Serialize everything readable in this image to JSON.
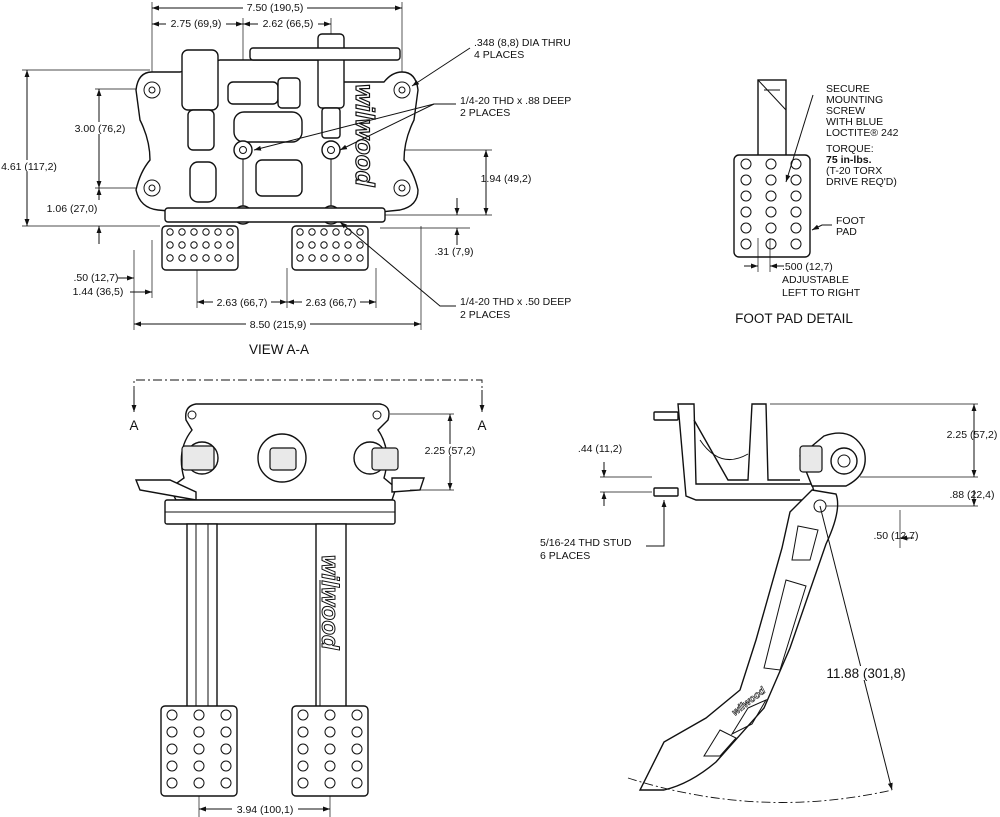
{
  "top_view": {
    "dims": {
      "overall_width": "7.50 (190,5)",
      "left_offset": "2.75 (69,9)",
      "center_offset": "2.62 (66,5)",
      "mount_height": "3.00 (76,2)",
      "overall_height": "4.61 (117,2)",
      "pivot_height": "1.94 (49,2)",
      "lower_offset": "1.06 (27,0)",
      "pad_offset": ".31 (7,9)",
      "pad_edge": ".50 (12,7)",
      "pad_edge2": "1.44 (36,5)",
      "pedal_spacing_left": "2.63 (66,7)",
      "pedal_spacing_right": "2.63 (66,7)",
      "overall_length": "8.50 (215,9)"
    },
    "notes": {
      "dia_thru_line1": ".348 (8,8) DIA THRU",
      "dia_thru_line2": "4 PLACES",
      "thd_88_line1": "1/4-20 THD x .88 DEEP",
      "thd_88_line2": "2 PLACES",
      "thd_50_line1": "1/4-20 THD x .50 DEEP",
      "thd_50_line2": "2 PLACES"
    },
    "caption": "VIEW A-A",
    "brand": "wilwood"
  },
  "foot_pad_detail": {
    "caption": "FOOT PAD DETAIL",
    "notes": {
      "secure1": "SECURE",
      "secure2": "MOUNTING",
      "secure3": "SCREW",
      "secure4": "WITH BLUE",
      "secure5": "LOCTITE® 242",
      "torque1": "TORQUE:",
      "torque2": "75 in-lbs.",
      "torque3": "(T-20 TORX",
      "torque4": "DRIVE REQ'D)",
      "pad1": "FOOT",
      "pad2": "PAD",
      "adj1": ".500 (12,7)",
      "adj2": "ADJUSTABLE",
      "adj3": "LEFT TO RIGHT"
    }
  },
  "front_view": {
    "section_left": "A",
    "section_right": "A",
    "dims": {
      "height": "2.25 (57,2)",
      "pad_spacing": "3.94 (100,1)"
    },
    "brand": "wilwood"
  },
  "side_view": {
    "dims": {
      "stud_offset": ".44 (11,2)",
      "height": "2.25 (57,2)",
      "pivot_offset": ".88 (22,4)",
      "pivot_x": ".50 (12,7)",
      "pedal_length": "11.88 (301,8)"
    },
    "notes": {
      "stud_line1": "5/16-24 THD STUD",
      "stud_line2": "6 PLACES"
    },
    "brand": "wilwood"
  }
}
